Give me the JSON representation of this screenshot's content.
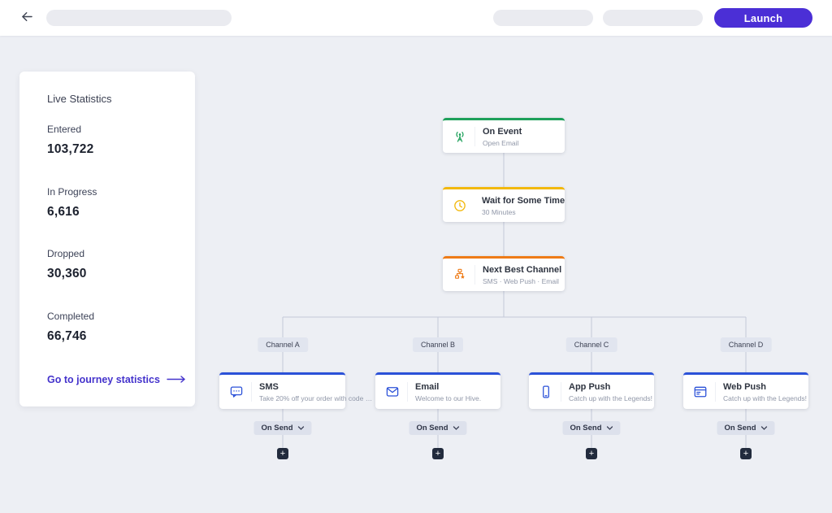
{
  "topbar": {
    "launch_label": "Launch"
  },
  "sidebar": {
    "title": "Live Statistics",
    "stats": [
      {
        "label": "Entered",
        "value": "103,722"
      },
      {
        "label": "In Progress",
        "value": "6,616"
      },
      {
        "label": "Dropped",
        "value": "30,360"
      },
      {
        "label": "Completed",
        "value": "66,746"
      }
    ],
    "link_label": "Go to journey statistics"
  },
  "flow": {
    "nodes": {
      "trigger": {
        "title": "On Event",
        "subtitle": "Open Email"
      },
      "wait": {
        "title": "Wait for Some Time",
        "subtitle": "30 Minutes"
      },
      "next_best_channel": {
        "title": "Next Best Channel",
        "subtitle": "SMS · Web Push · Email"
      }
    },
    "branches": [
      {
        "tag": "Channel A",
        "title": "SMS",
        "subtitle": "Take 20% off your order with code …",
        "event_label": "On Send",
        "add_label": "+"
      },
      {
        "tag": "Channel B",
        "title": "Email",
        "subtitle": "Welcome to our Hive.",
        "event_label": "On Send",
        "add_label": "+"
      },
      {
        "tag": "Channel C",
        "title": "App Push",
        "subtitle": "Catch up with the Legends!",
        "event_label": "On Send",
        "add_label": "+"
      },
      {
        "tag": "Channel D",
        "title": "Web Push",
        "subtitle": "Catch up with the Legends!",
        "event_label": "On Send",
        "add_label": "+"
      }
    ]
  },
  "colors": {
    "launch_bg": "#4b2fd6",
    "link": "#4433cc",
    "accent_trigger": "#1ea05a",
    "accent_wait": "#f2b80c",
    "accent_next_best_channel": "#ee7b17",
    "accent_channel": "#2b51d8",
    "canvas_bg": "#edeff4",
    "connector": "#c3c9d9"
  }
}
